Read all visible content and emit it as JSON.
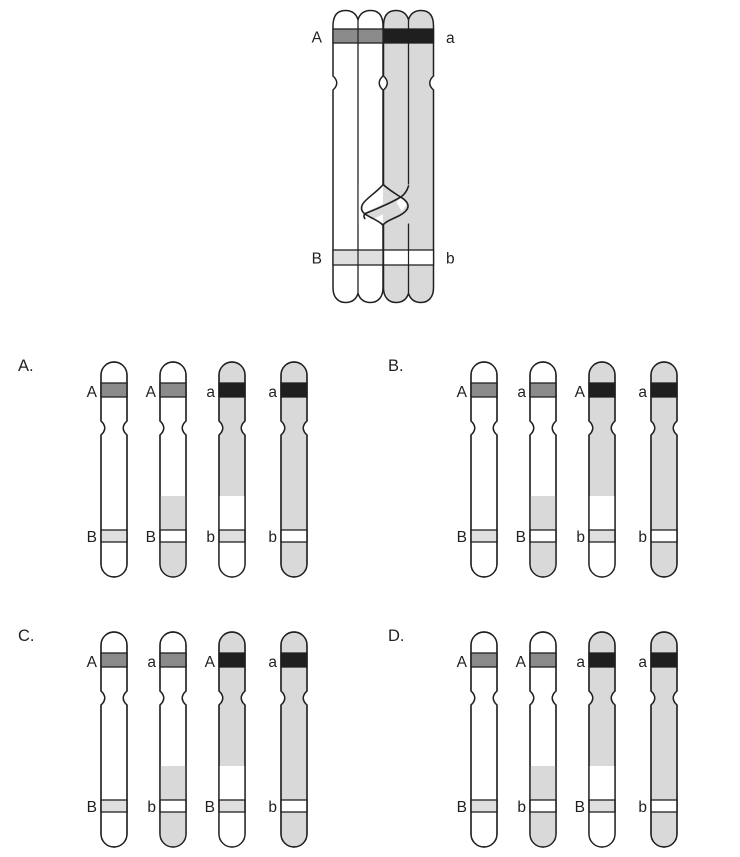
{
  "palette": {
    "white": "#FFFFFF",
    "body_gray": "#D9D9D9",
    "band_gray_allele": "#DFDFDF",
    "band_dominant": "#8B8B8B",
    "band_recessive": "#1F1F1F",
    "outline": "#231F20"
  },
  "tetrad": {
    "description": "bivalent of four chromatids with one chiasma between the two inner non-sister chromatids",
    "labels": {
      "top_left": "A",
      "top_right": "a",
      "bottom_left": "B",
      "bottom_right": "b"
    }
  },
  "options": [
    {
      "letter": "A.",
      "chromatids": [
        {
          "top_label": "A",
          "bottom_label": "B",
          "body_top": "white",
          "body_bottom": "white",
          "band_top": "medium",
          "band_bottom": "lightgray"
        },
        {
          "top_label": "A",
          "bottom_label": "B",
          "body_top": "white",
          "body_bottom": "gray",
          "band_top": "medium",
          "band_bottom": "white"
        },
        {
          "top_label": "a",
          "bottom_label": "b",
          "body_top": "gray",
          "body_bottom": "white",
          "band_top": "black",
          "band_bottom": "lightgray"
        },
        {
          "top_label": "a",
          "bottom_label": "b",
          "body_top": "gray",
          "body_bottom": "gray",
          "band_top": "black",
          "band_bottom": "white"
        }
      ]
    },
    {
      "letter": "B.",
      "chromatids": [
        {
          "top_label": "A",
          "bottom_label": "B",
          "body_top": "white",
          "body_bottom": "white",
          "band_top": "medium",
          "band_bottom": "lightgray"
        },
        {
          "top_label": "a",
          "bottom_label": "B",
          "body_top": "white",
          "body_bottom": "gray",
          "band_top": "medium",
          "band_bottom": "white"
        },
        {
          "top_label": "A",
          "bottom_label": "b",
          "body_top": "gray",
          "body_bottom": "white",
          "band_top": "black",
          "band_bottom": "lightgray"
        },
        {
          "top_label": "a",
          "bottom_label": "b",
          "body_top": "gray",
          "body_bottom": "gray",
          "band_top": "black",
          "band_bottom": "white"
        }
      ]
    },
    {
      "letter": "C.",
      "chromatids": [
        {
          "top_label": "A",
          "bottom_label": "B",
          "body_top": "white",
          "body_bottom": "white",
          "band_top": "medium",
          "band_bottom": "lightgray"
        },
        {
          "top_label": "a",
          "bottom_label": "b",
          "body_top": "white",
          "body_bottom": "gray",
          "band_top": "medium",
          "band_bottom": "white"
        },
        {
          "top_label": "A",
          "bottom_label": "B",
          "body_top": "gray",
          "body_bottom": "white",
          "band_top": "black",
          "band_bottom": "lightgray"
        },
        {
          "top_label": "a",
          "bottom_label": "b",
          "body_top": "gray",
          "body_bottom": "gray",
          "band_top": "black",
          "band_bottom": "white"
        }
      ]
    },
    {
      "letter": "D.",
      "chromatids": [
        {
          "top_label": "A",
          "bottom_label": "B",
          "body_top": "white",
          "body_bottom": "white",
          "band_top": "medium",
          "band_bottom": "lightgray"
        },
        {
          "top_label": "A",
          "bottom_label": "b",
          "body_top": "white",
          "body_bottom": "gray",
          "band_top": "medium",
          "band_bottom": "white"
        },
        {
          "top_label": "a",
          "bottom_label": "B",
          "body_top": "gray",
          "body_bottom": "white",
          "band_top": "black",
          "band_bottom": "lightgray"
        },
        {
          "top_label": "a",
          "bottom_label": "b",
          "body_top": "gray",
          "body_bottom": "gray",
          "band_top": "black",
          "band_bottom": "white"
        }
      ]
    }
  ]
}
